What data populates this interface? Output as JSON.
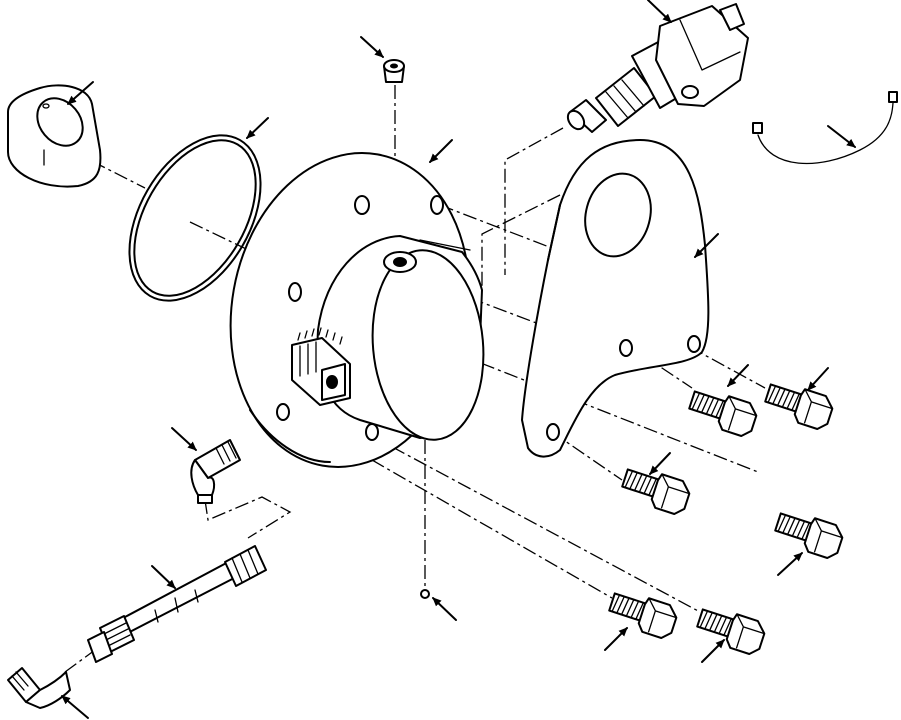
{
  "diagram": {
    "kind": "exploded-parts-view",
    "background": "#ffffff",
    "ink": "#000000",
    "parts": [
      {
        "name": "cap",
        "icon": "cap-icon"
      },
      {
        "name": "o-ring",
        "icon": "o-ring-icon"
      },
      {
        "name": "plug",
        "icon": "plug-icon"
      },
      {
        "name": "housing",
        "icon": "housing-icon"
      },
      {
        "name": "solenoid-valve",
        "icon": "valve-icon"
      },
      {
        "name": "bracket",
        "icon": "bracket-icon"
      },
      {
        "name": "wire",
        "icon": "wire-icon"
      },
      {
        "name": "elbow-fitting",
        "icon": "elbow-icon"
      },
      {
        "name": "hose-assembly",
        "icon": "hose-icon"
      },
      {
        "name": "elbow-fitting-lower",
        "icon": "elbow-icon"
      },
      {
        "name": "pin",
        "icon": "pin-icon"
      },
      {
        "name": "bolt-1",
        "icon": "bolt-icon"
      },
      {
        "name": "bolt-2",
        "icon": "bolt-icon"
      },
      {
        "name": "bolt-3",
        "icon": "bolt-icon"
      },
      {
        "name": "bolt-4",
        "icon": "bolt-icon"
      },
      {
        "name": "bolt-5",
        "icon": "bolt-icon"
      },
      {
        "name": "bolt-6",
        "icon": "bolt-icon"
      }
    ],
    "callout_arrow_count": 17
  }
}
